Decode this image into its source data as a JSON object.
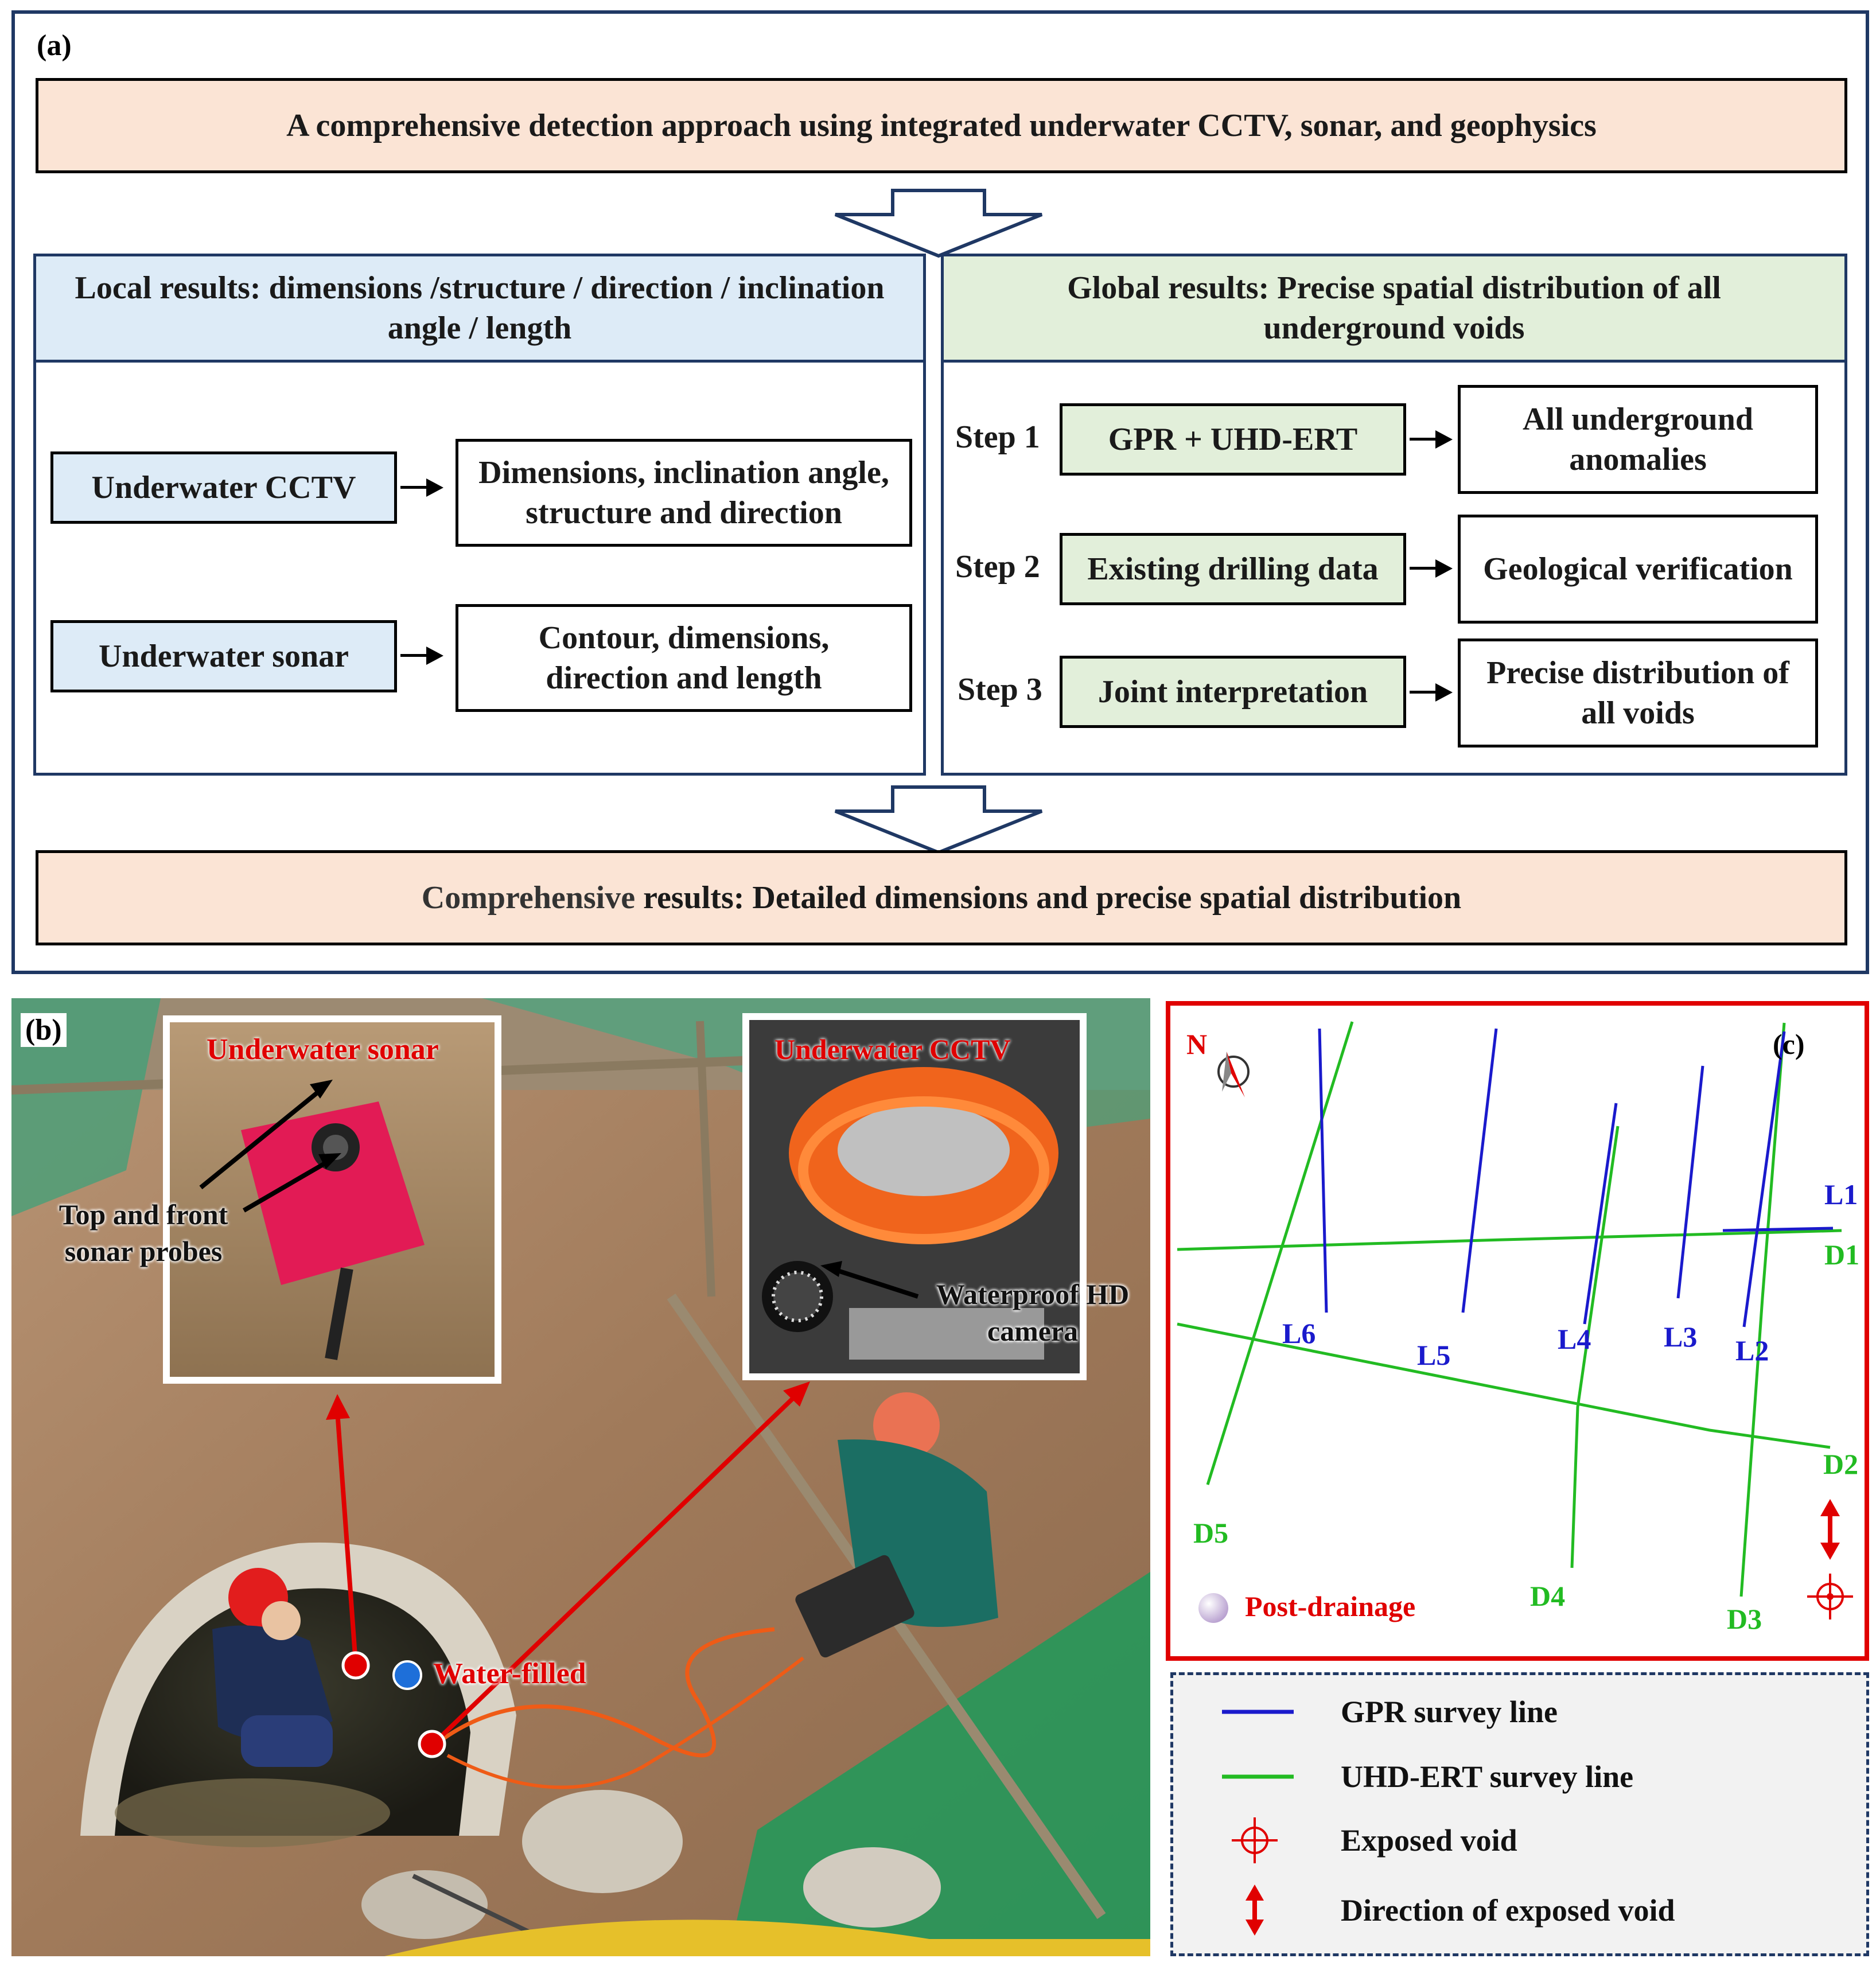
{
  "panel_a": {
    "label": "(a)",
    "top_banner": "A comprehensive detection approach using integrated underwater CCTV, sonar, and geophysics",
    "local": {
      "header_bold": "Local results:",
      "header_rest": " dimensions /structure / direction / inclination angle / length",
      "rows": [
        {
          "method": "Underwater CCTV",
          "result": "Dimensions, inclination angle, structure and direction"
        },
        {
          "method": "Underwater sonar",
          "result": "Contour, dimensions, direction and length"
        }
      ]
    },
    "global": {
      "header": "Global results: Precise spatial distribution of all underground voids",
      "steps": [
        {
          "step": "Step 1",
          "method": "GPR + UHD-ERT",
          "result": "All underground anomalies"
        },
        {
          "step": "Step 2",
          "method": "Existing drilling data",
          "result": "Geological verification"
        },
        {
          "step": "Step 3",
          "method": "Joint interpretation",
          "result_bold": "Precise",
          "result_rest": " distribution of all voids"
        }
      ]
    },
    "bottom_banner": {
      "part1": "Comprehensive ",
      "part2": "results: Detailed dimensions and precise spatial distribution"
    }
  },
  "panel_b": {
    "label": "(b)",
    "sonar_inset_title": "Underwater sonar",
    "sonar_probe_label": "Top and front sonar probes",
    "cctv_inset_title": "Underwater CCTV",
    "camera_label": "Waterproof HD camera",
    "water_filled": "Water-filled"
  },
  "panel_c": {
    "label": "(c)",
    "north": "N",
    "gpr_lines": [
      "L1",
      "L2",
      "L3",
      "L4",
      "L5",
      "L6"
    ],
    "ert_lines": [
      "D1",
      "D2",
      "D3",
      "D4",
      "D5"
    ],
    "post_drainage": "Post-drainage",
    "colors": {
      "gpr": "#1a1acc",
      "ert": "#22bb22",
      "void": "#e00000"
    }
  },
  "legend": {
    "items": [
      {
        "icon": "blue-line-icon",
        "text": "GPR survey line"
      },
      {
        "icon": "green-line-icon",
        "text": "UHD-ERT survey line"
      },
      {
        "icon": "crosshair-icon",
        "text": "Exposed void"
      },
      {
        "icon": "double-arrow-icon",
        "text": "Direction of exposed void"
      }
    ]
  }
}
